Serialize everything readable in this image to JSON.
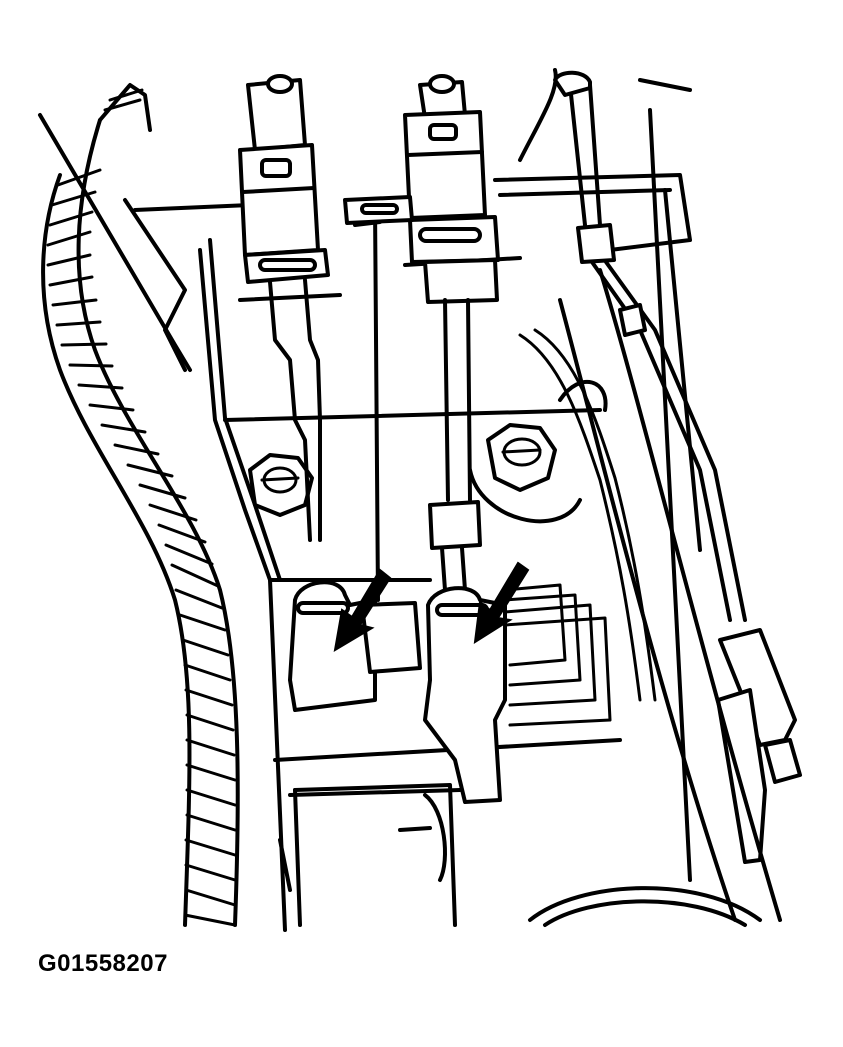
{
  "figure": {
    "label": "G01558207",
    "type": "technical line drawing",
    "colors": {
      "line": "#000000",
      "background": "#ffffff"
    }
  },
  "callouts": [
    {
      "name": "left-arrow",
      "points_to": "left connector clip"
    },
    {
      "name": "right-arrow",
      "points_to": "right connector clip"
    }
  ]
}
